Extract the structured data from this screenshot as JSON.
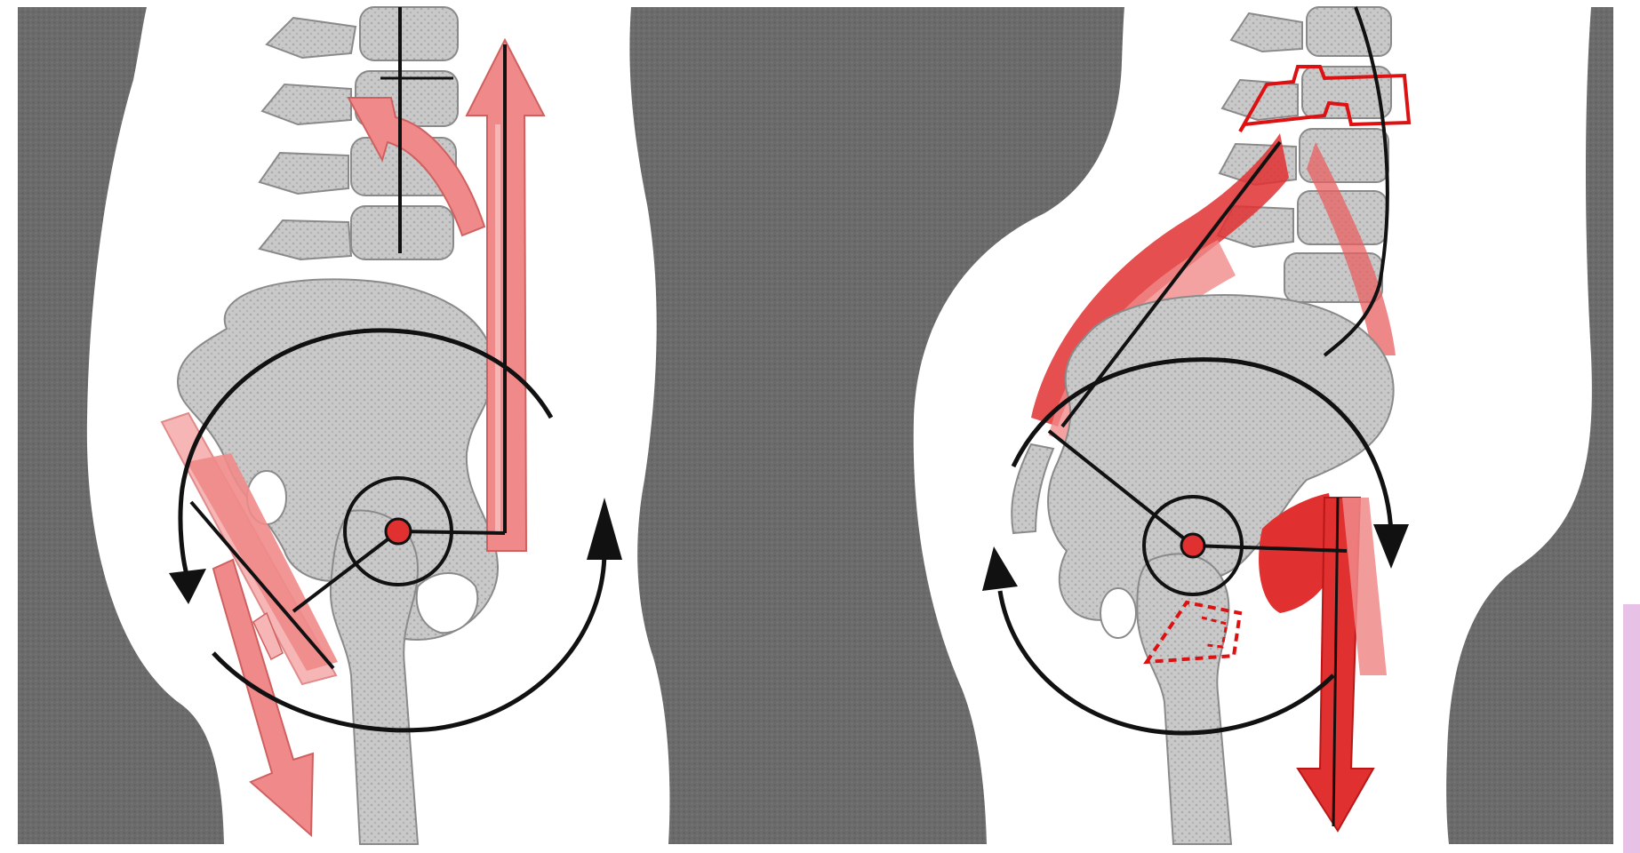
{
  "figure": {
    "panels": [
      {
        "id": "left",
        "description_tag": "anterior-pelvic-tilt"
      },
      {
        "id": "right",
        "description_tag": "posterior-pelvic-tilt"
      }
    ],
    "colors": {
      "background_gray": "#6b6b6b",
      "silhouette_white": "#ffffff",
      "bone_gray": "#c9c9c9",
      "bone_outline": "#8a8a8a",
      "arrow_pink": "#f08a8a",
      "arrow_pink_light": "#f6b6b6",
      "muscle_red": "#e03030",
      "outline_red": "#dd1111",
      "rotation_arc_black": "#111111",
      "side_accent_pink": "#e8c2e6"
    },
    "icons": [
      "rotation-arc-icon",
      "force-arrow-icon",
      "hip-joint-center-icon"
    ]
  }
}
